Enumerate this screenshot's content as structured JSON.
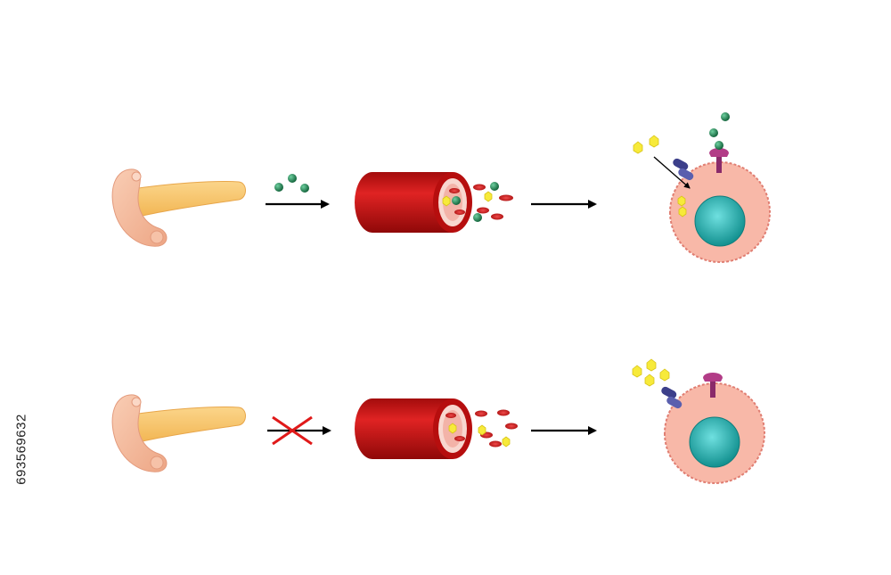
{
  "stock_id": "693569632",
  "colors": {
    "pancreas_body": "#f6c46e",
    "pancreas_head": "#f3b79a",
    "vessel_wall": "#cc1111",
    "vessel_lumen": "#f7d2cc",
    "red_blood_cell": "#cc1515",
    "insulin": "#1e7e4e",
    "glucose": "#f7ea3a",
    "cell_cytoplasm": "#f8b8a8",
    "cell_membrane": "#e78d82",
    "nucleus": "#1fa8a8",
    "insulin_receptor": "#a2337a",
    "glucose_transporter": "#3a3f86",
    "arrow": "#000000",
    "blocked_cross": "#e01919"
  },
  "rows": [
    {
      "state": "insulin-secreted",
      "insulin_released": true,
      "glucose_enters_cell": true
    },
    {
      "state": "no-insulin",
      "insulin_released": false,
      "glucose_enters_cell": false
    }
  ]
}
